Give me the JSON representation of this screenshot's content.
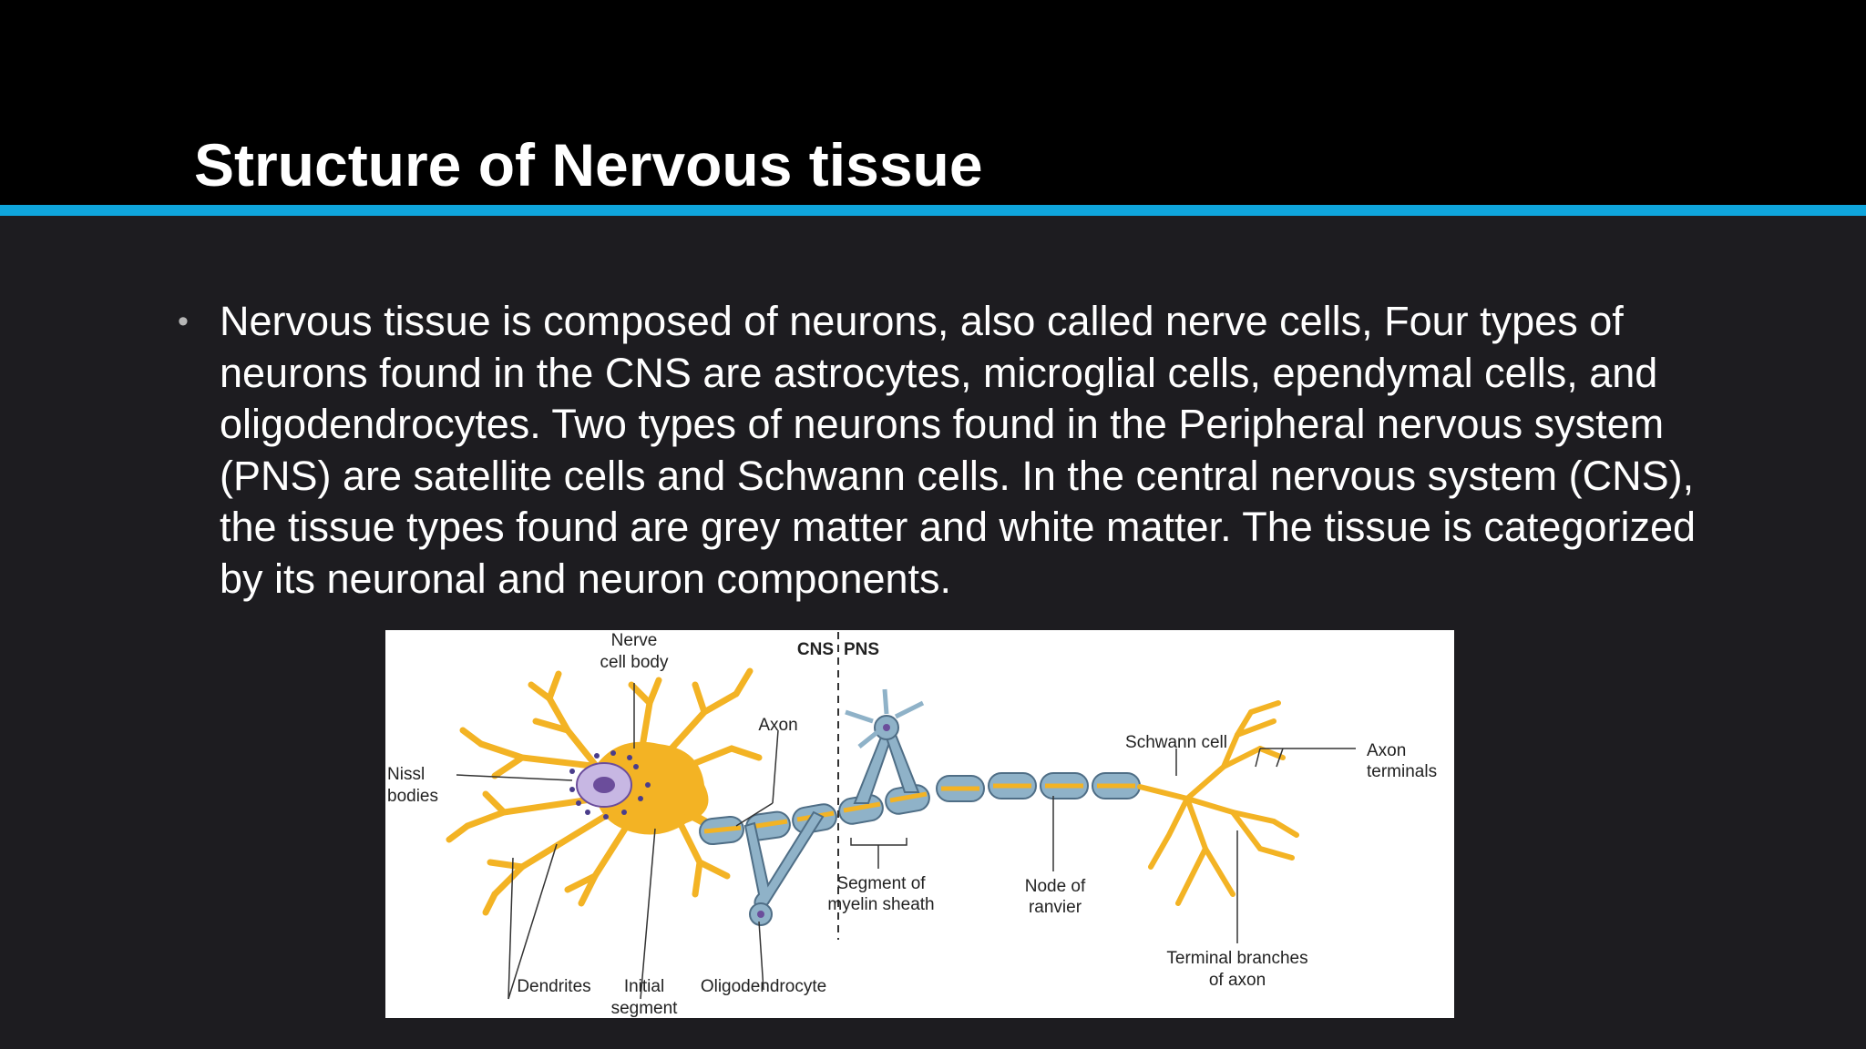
{
  "slide": {
    "title": "Structure of Nervous tissue",
    "bullet_symbol": "•",
    "bullet_text": "Nervous tissue is composed of neurons, also called nerve cells, Four types of neurons found in the CNS are astrocytes, microglial cells, ependymal cells, and oligodendrocytes. Two types of neurons found in the Peripheral nervous system (PNS) are satellite cells and Schwann cells. In the central nervous system (CNS), the tissue types found are grey matter and white matter. The tissue is categorized by its neuronal and neuron components."
  },
  "figure": {
    "labels": {
      "nerve": "Nerve",
      "cell_body": "cell body",
      "cns": "CNS",
      "pns": "PNS",
      "axon": "Axon",
      "nissl": "Nissl",
      "bodies": "bodies",
      "schwann_cell": "Schwann cell",
      "axon_t": "Axon",
      "terminals": "terminals",
      "segment_of": "Segment of",
      "myelin_sheath": "myelin sheath",
      "node_of": "Node of",
      "ranvier": "ranvier",
      "terminal_branches": "Terminal branches",
      "of_axon": "of axon",
      "dendrites": "Dendrites",
      "initial": "Initial",
      "segment": "segment",
      "oligodendrocyte": "Oligodendrocyte"
    }
  },
  "colors": {
    "title_bar": "#000000",
    "accent": "#0fa5dc",
    "body_bg": "#1d1c20",
    "neuron": "#f3b324",
    "myelin": "#8fb2c8"
  }
}
